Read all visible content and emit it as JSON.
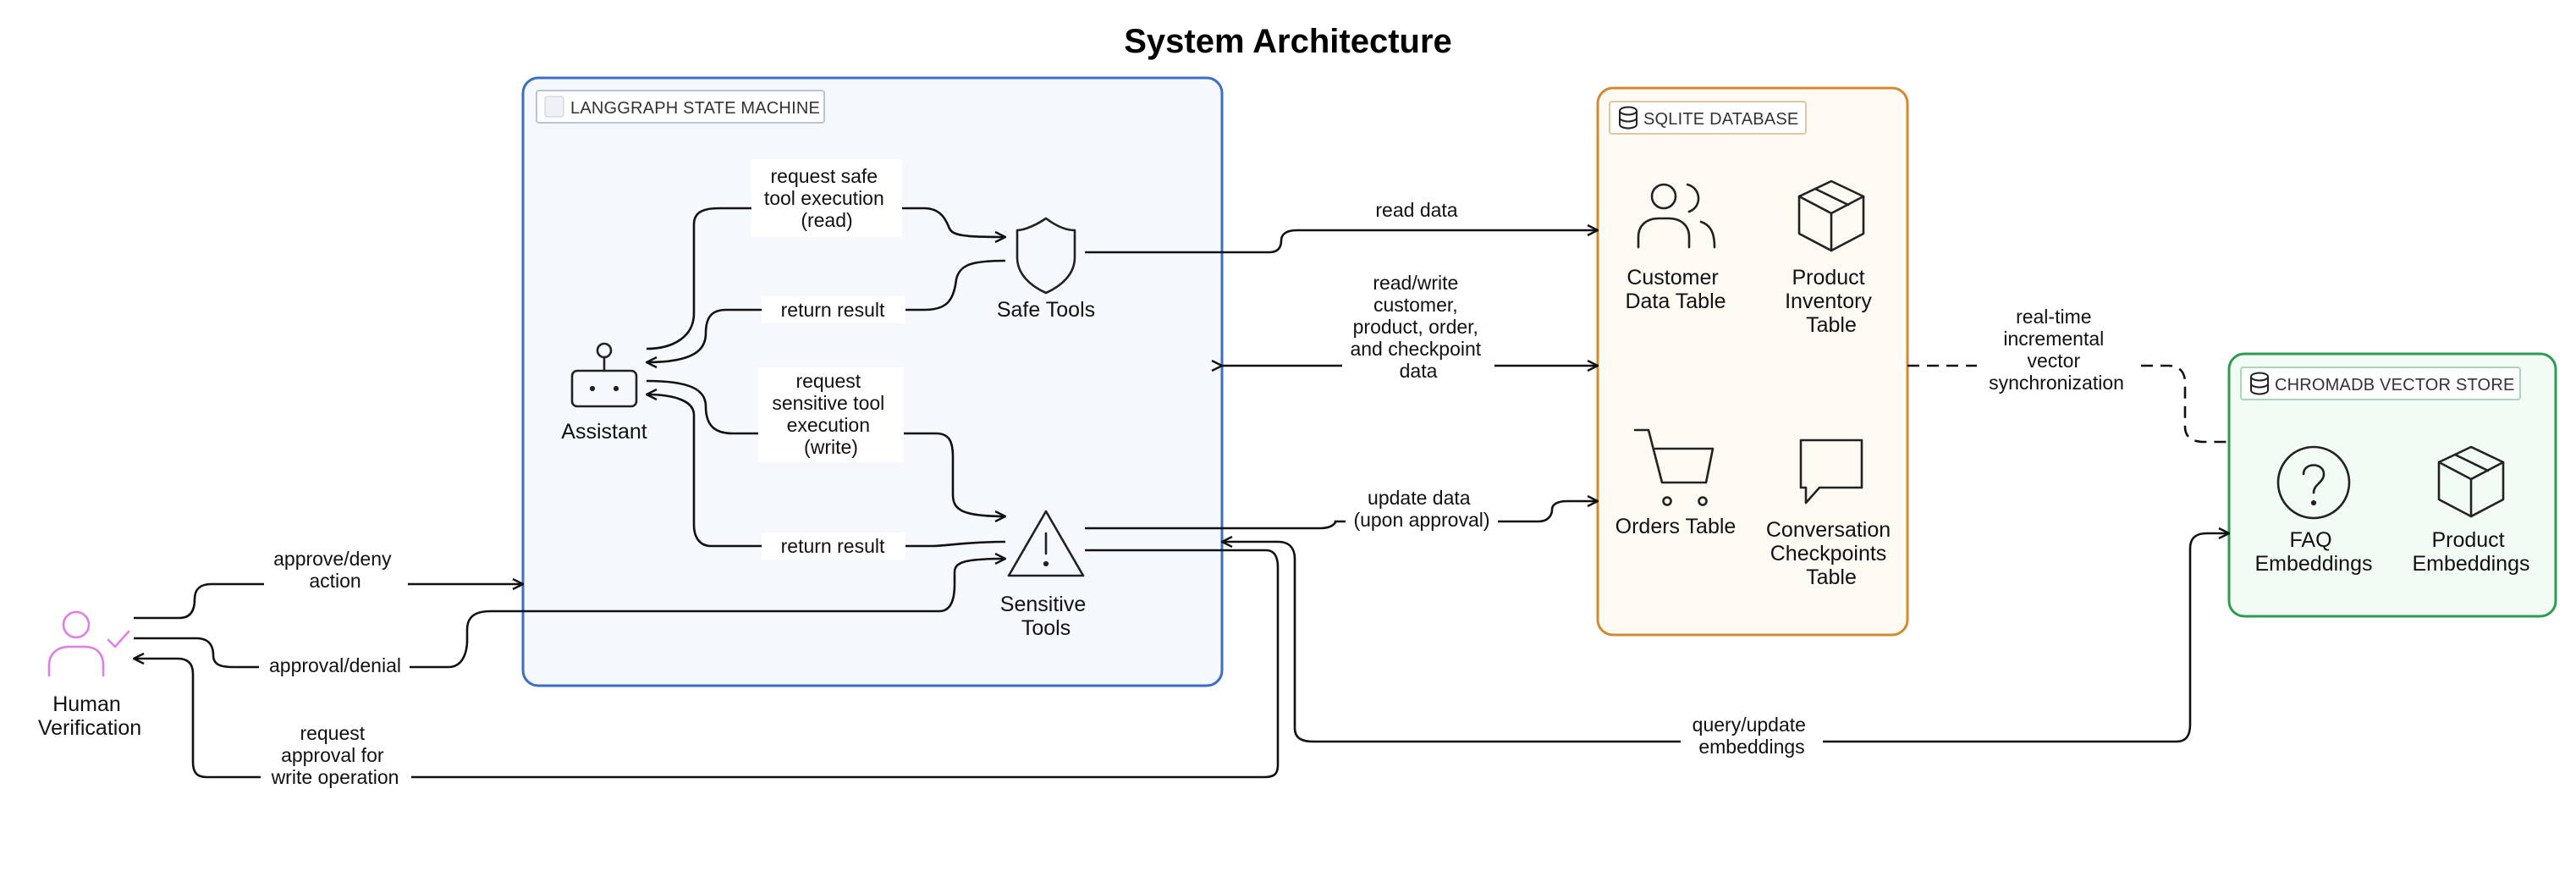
{
  "title": "System Architecture",
  "colors": {
    "langgraph_border": "#3a6ec7",
    "langgraph_fill": "#f5f8fc",
    "sqlite_border": "#d18a2e",
    "sqlite_fill": "#fdfaf3",
    "chroma_border": "#2e9b52",
    "chroma_fill": "#f3fbf5",
    "human": "#e07ee6"
  },
  "containers": {
    "langgraph": {
      "label": "LANGGRAPH STATE MACHINE"
    },
    "sqlite": {
      "label": "SQLITE DATABASE",
      "icon": "database-icon"
    },
    "chroma": {
      "label": "CHROMADB VECTOR STORE",
      "icon": "database-icon"
    }
  },
  "nodes": {
    "assistant": {
      "label": "Assistant",
      "icon": "robot-icon"
    },
    "safe_tools": {
      "label": "Safe Tools",
      "icon": "shield-icon"
    },
    "sensitive_tools": {
      "lines": [
        "Sensitive",
        "Tools"
      ],
      "icon": "warning-icon"
    },
    "human": {
      "lines": [
        "Human",
        "Verification"
      ],
      "icon": "user-check-icon"
    },
    "customer_table": {
      "lines": [
        "Customer",
        "Data Table"
      ],
      "icon": "users-icon"
    },
    "product_table": {
      "lines": [
        "Product",
        "Inventory",
        "Table"
      ],
      "icon": "box-icon"
    },
    "orders_table": {
      "lines": [
        "Orders Table"
      ],
      "icon": "cart-icon"
    },
    "conversation_table": {
      "lines": [
        "Conversation",
        "Checkpoints",
        "Table"
      ],
      "icon": "message-icon"
    },
    "faq_embeddings": {
      "lines": [
        "FAQ",
        "Embeddings"
      ],
      "icon": "help-circle-icon"
    },
    "product_embeddings": {
      "lines": [
        "Product",
        "Embeddings"
      ],
      "icon": "box-icon"
    }
  },
  "edges": {
    "req_safe": [
      "request safe",
      "tool execution",
      "(read)"
    ],
    "return_safe": [
      "return result"
    ],
    "req_sensitive": [
      "request",
      "sensitive tool",
      "execution",
      "(write)"
    ],
    "return_sensitive": [
      "return result"
    ],
    "approve_deny": [
      "approve/deny",
      "action"
    ],
    "approval_denial": [
      "approval/denial"
    ],
    "request_approval": [
      "request",
      "approval for",
      "write operation"
    ],
    "read_data": [
      "read data"
    ],
    "read_write": [
      "read/write",
      "customer,",
      "product, order,",
      "and checkpoint",
      "data"
    ],
    "update_data": [
      "update data",
      "(upon approval)"
    ],
    "query_update": [
      "query/update",
      "embeddings"
    ],
    "sync": [
      "real-time",
      "incremental",
      "vector",
      "synchronization"
    ]
  }
}
